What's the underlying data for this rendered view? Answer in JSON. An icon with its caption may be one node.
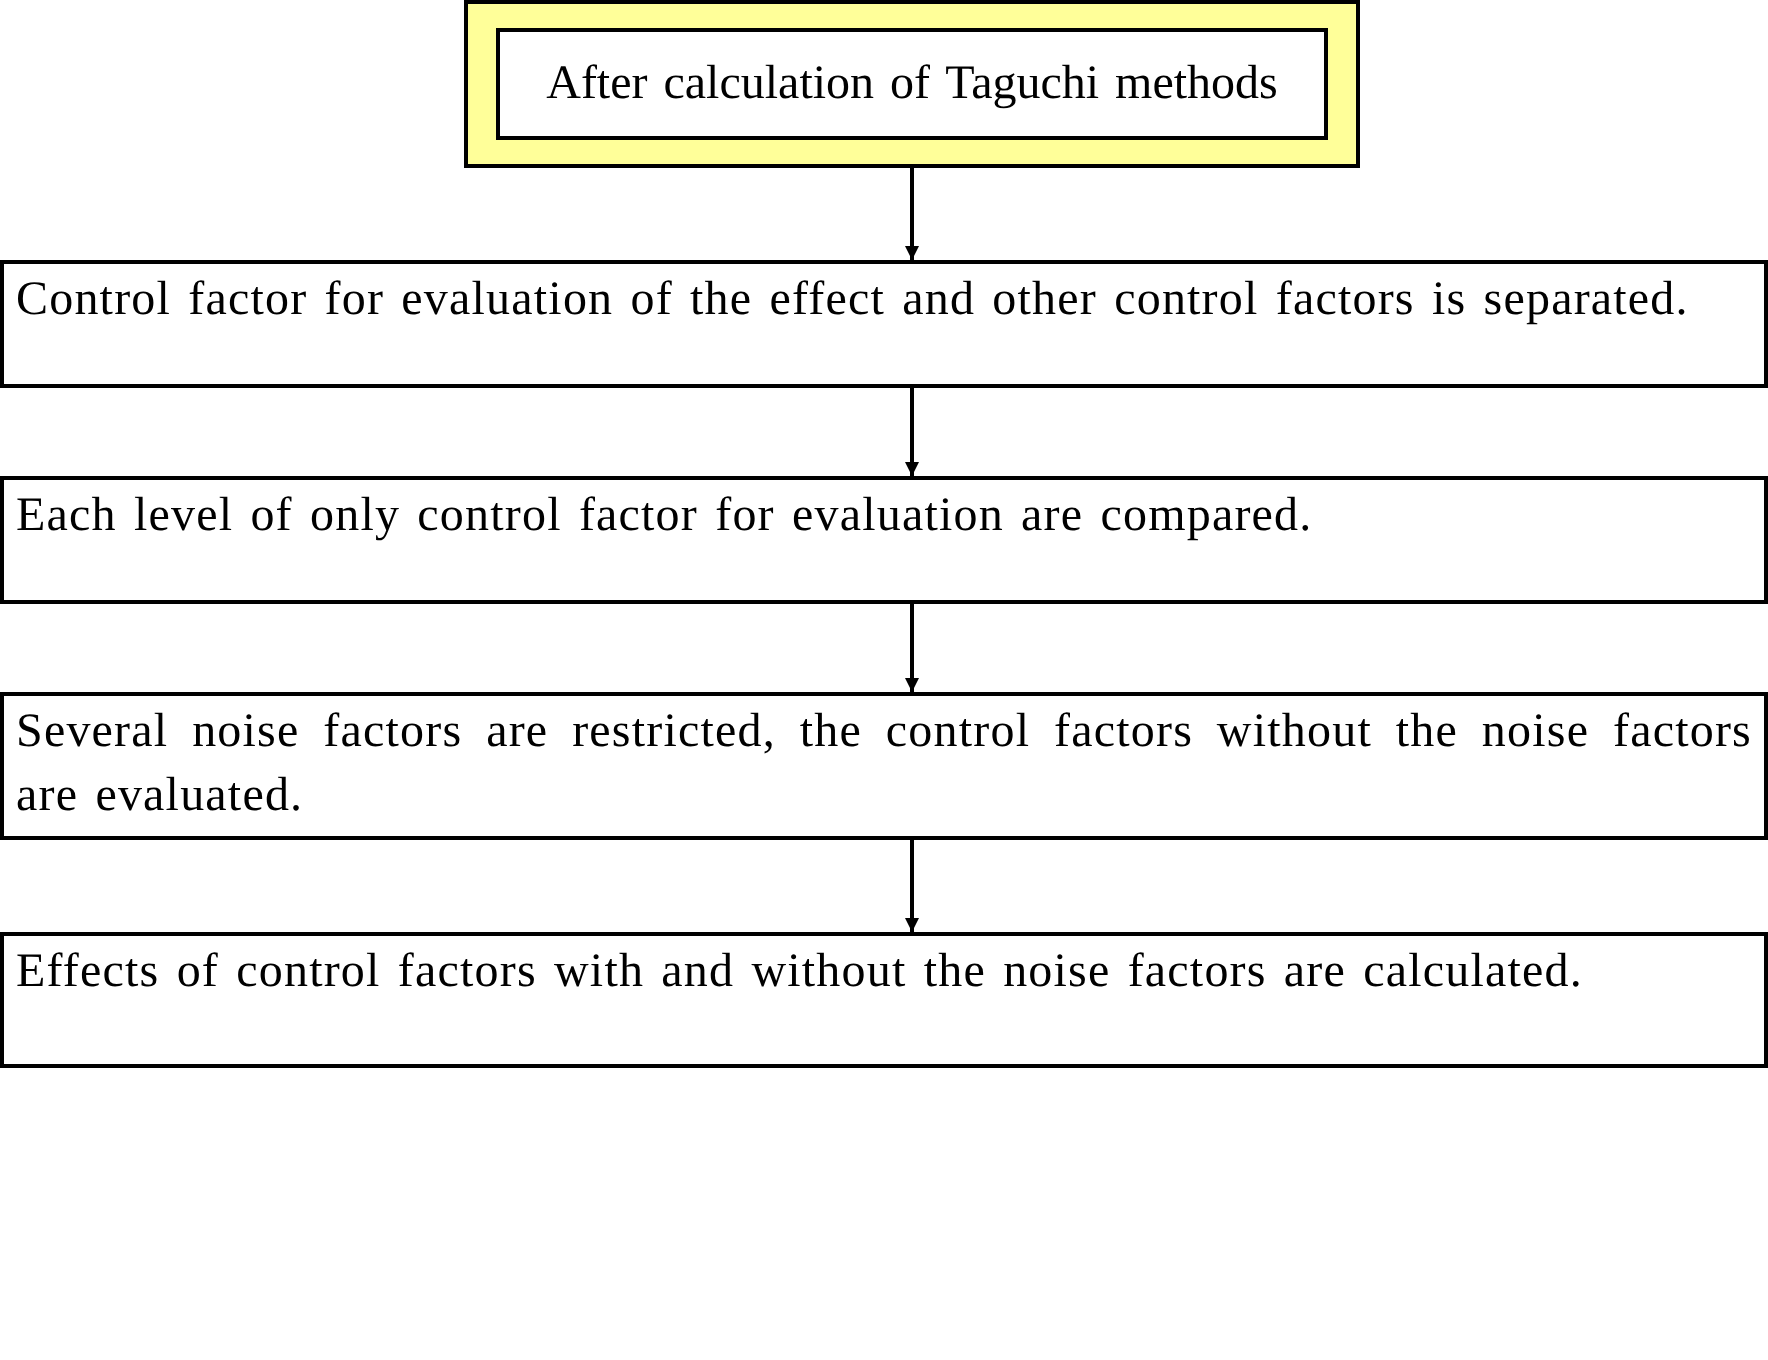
{
  "diagram": {
    "nodes": [
      {
        "text": [
          "After calculation of Taguchi methods"
        ]
      },
      {
        "text": [
          "Control factor for evaluation of the effect and other control factors is separated."
        ]
      },
      {
        "text": [
          "Each level of only control factor for evaluation are compared."
        ]
      },
      {
        "text": [
          "Several noise factors are restricted, the control factors without the noise factors are evaluated."
        ]
      },
      {
        "text": [
          "Effects of control factors with and without the noise factors are calculated."
        ]
      }
    ],
    "edges": [
      {
        "from": 0,
        "to": 1,
        "arrow": "to"
      },
      {
        "from": 1,
        "to": 2,
        "arrow": "to"
      },
      {
        "from": 2,
        "to": 3,
        "arrow": "to"
      },
      {
        "from": 3,
        "to": 4,
        "arrow": "to"
      }
    ]
  }
}
